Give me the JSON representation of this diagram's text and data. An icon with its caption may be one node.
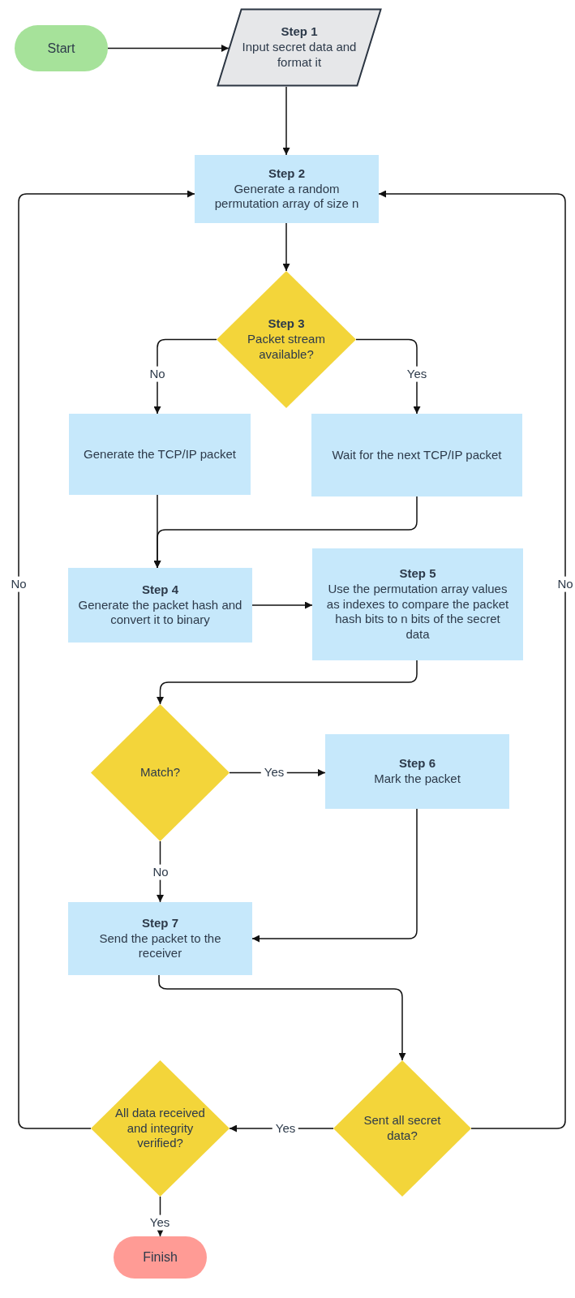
{
  "diagram": {
    "nodes": [
      {
        "text": [
          "Start"
        ]
      },
      {
        "text": [
          "Step 1",
          "Input secret data and format it"
        ]
      },
      {
        "text": [
          "Step 2",
          "Generate a random permutation array of size n"
        ]
      },
      {
        "text": [
          "Step 3",
          "Packet stream available?"
        ]
      },
      {
        "text": [
          "Generate the TCP/IP packet"
        ]
      },
      {
        "text": [
          "Wait for the next TCP/IP packet"
        ]
      },
      {
        "text": [
          "Step 4",
          "Generate the packet hash and convert it to binary"
        ]
      },
      {
        "text": [
          "Step 5",
          "Use the permutation array values as indexes to compare the packet hash bits to n bits of the secret data"
        ]
      },
      {
        "text": [
          "Match?"
        ]
      },
      {
        "text": [
          "Step 6",
          "Mark the packet"
        ]
      },
      {
        "text": [
          "Step 7",
          "Send the packet to the receiver"
        ]
      },
      {
        "text": [
          "Sent all secret data?"
        ]
      },
      {
        "text": [
          "All data received and integrity verified?"
        ]
      },
      {
        "text": [
          "Finish"
        ]
      }
    ],
    "edges": [
      {
        "from": 0,
        "to": 1,
        "arrow": "to"
      },
      {
        "from": 1,
        "to": 2,
        "arrow": "to"
      },
      {
        "from": 2,
        "to": 3,
        "arrow": "to"
      },
      {
        "from": 3,
        "to": 4,
        "arrow": "to",
        "label": "No"
      },
      {
        "from": 3,
        "to": 5,
        "arrow": "to",
        "label": "Yes"
      },
      {
        "from": 4,
        "to": 6,
        "arrow": "to"
      },
      {
        "from": 5,
        "to": 6,
        "arrow": "to"
      },
      {
        "from": 6,
        "to": 7,
        "arrow": "to"
      },
      {
        "from": 7,
        "to": 8,
        "arrow": "to"
      },
      {
        "from": 8,
        "to": 9,
        "arrow": "to",
        "label": "Yes"
      },
      {
        "from": 8,
        "to": 10,
        "arrow": "to",
        "label": "No"
      },
      {
        "from": 9,
        "to": 10,
        "arrow": "to"
      },
      {
        "from": 10,
        "to": 11,
        "arrow": "to"
      },
      {
        "from": 11,
        "to": 12,
        "arrow": "to",
        "label": "Yes"
      },
      {
        "from": 11,
        "to": 2,
        "arrow": "to",
        "label": "No"
      },
      {
        "from": 12,
        "to": 2,
        "arrow": "to",
        "label": "No"
      },
      {
        "from": 12,
        "to": 13,
        "arrow": "to",
        "label": "Yes"
      }
    ]
  }
}
